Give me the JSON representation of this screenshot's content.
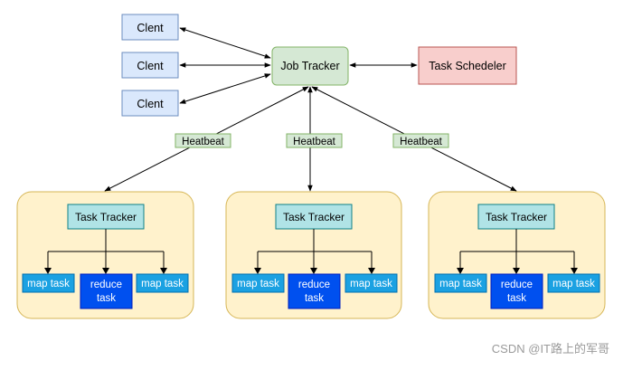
{
  "clients": [
    "Clent",
    "Clent",
    "Clent"
  ],
  "job_tracker": "Job Tracker",
  "task_scheduler": "Task Schedeler",
  "heartbeat_labels": [
    "Heatbeat",
    "Heatbeat",
    "Heatbeat"
  ],
  "nodes": [
    {
      "tracker": "Task Tracker",
      "map_left": "map task",
      "reduce_line1": "reduce",
      "reduce_line2": "task",
      "map_right": "map task"
    },
    {
      "tracker": "Task Tracker",
      "map_left": "map task",
      "reduce_line1": "reduce",
      "reduce_line2": "task",
      "map_right": "map task"
    },
    {
      "tracker": "Task Tracker",
      "map_left": "map task",
      "reduce_line1": "reduce",
      "reduce_line2": "task",
      "map_right": "map task"
    }
  ],
  "watermark": "CSDN @IT路上的军哥",
  "colors": {
    "client_fill": "#dae8fc",
    "client_stroke": "#6c8ebf",
    "job_fill": "#d5e8d4",
    "job_stroke": "#82b366",
    "scheduler_fill": "#f8cecc",
    "scheduler_stroke": "#b85450",
    "node_fill": "#fff2cc",
    "node_stroke": "#d6b656",
    "tracker_fill": "#b0e3e6",
    "tracker_stroke": "#0e8088",
    "map_fill": "#1ba1e2",
    "reduce_fill": "#0050ef"
  }
}
